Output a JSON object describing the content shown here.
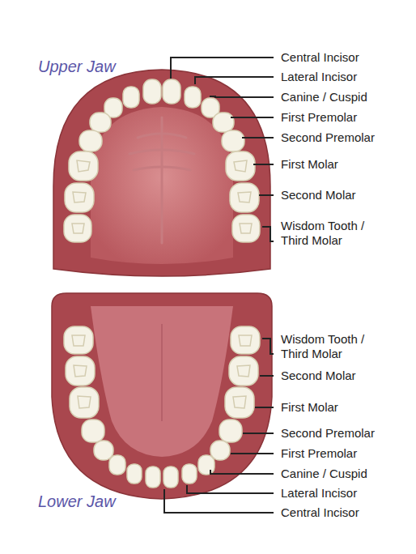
{
  "diagram": {
    "labels": [
      "Upper Jaw",
      "Central Incisor",
      "Lateral Incisor",
      "Canine / Cuspid",
      "First Premolar",
      "Second Premolar",
      "First Molar",
      "Second Molar",
      "Wisdom Tooth / Third Molar",
      "Wisdom Tooth / Third Molar",
      "Second Molar",
      "First Molar",
      "Second Premolar",
      "First Premolar",
      "Canine / Cuspid",
      "Lateral Incisor",
      "Central Incisor",
      "Lower Jaw"
    ]
  }
}
